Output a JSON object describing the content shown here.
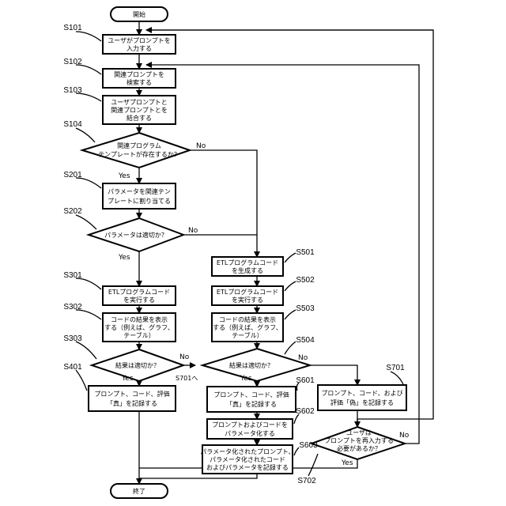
{
  "start": "開始",
  "end": "終了",
  "steps": {
    "S101": {
      "label": "S101",
      "lines": [
        "ユーザがプロンプトを",
        "入力する"
      ]
    },
    "S102": {
      "label": "S102",
      "lines": [
        "関連プロンプトを",
        "検索する"
      ]
    },
    "S103": {
      "label": "S103",
      "lines": [
        "ユーザプロンプトと",
        "関連プロンプトとを",
        "結合する"
      ]
    },
    "S104": {
      "label": "S104",
      "lines": [
        "関連プログラム",
        "テンプレートが存在するか？"
      ]
    },
    "S201": {
      "label": "S201",
      "lines": [
        "パラメータを関連テン",
        "プレートに割り当てる"
      ]
    },
    "S202": {
      "label": "S202",
      "lines": [
        "パラメータは適切か？"
      ]
    },
    "S301": {
      "label": "S301",
      "lines": [
        "ETLプログラムコード",
        "を実行する"
      ]
    },
    "S302": {
      "label": "S302",
      "lines": [
        "コードの結果を表示",
        "する（例えば、グラフ、",
        "テーブル）"
      ]
    },
    "S303": {
      "label": "S303",
      "lines": [
        "結果は適切か？"
      ]
    },
    "S401": {
      "label": "S401",
      "lines": [
        "プロンプト、コード、評価",
        "「真」を記録する"
      ]
    },
    "S501": {
      "label": "S501",
      "lines": [
        "ETLプログラムコード",
        "を生成する"
      ]
    },
    "S502": {
      "label": "S502",
      "lines": [
        "ETLプログラムコード",
        "を実行する"
      ]
    },
    "S503": {
      "label": "S503",
      "lines": [
        "コードの結果を表示",
        "する（例えば、グラフ、",
        "テーブル）"
      ]
    },
    "S504": {
      "label": "S504",
      "lines": [
        "結果は適切か？"
      ]
    },
    "S601": {
      "label": "S601",
      "lines": [
        "プロンプト、コード、評価",
        "「真」を記録する"
      ]
    },
    "S602": {
      "label": "S602",
      "lines": [
        "プロンプトおよびコードを",
        "パラメータ化する"
      ]
    },
    "S603": {
      "label": "S603",
      "lines": [
        "パラメータ化されたプロンプト、",
        "パラメータ化されたコード",
        "およびパラメータを記録する"
      ]
    },
    "S701": {
      "label": "S701",
      "lines": [
        "プロンプト、コード、および",
        "評価「偽」を記録する"
      ]
    },
    "S702": {
      "label": "S702",
      "lines": [
        "ユーザは",
        "プロンプトを再入力する",
        "必要があるか？"
      ]
    }
  },
  "branch": {
    "yes": "Yes",
    "no": "No",
    "s701_ref": "S701へ"
  }
}
